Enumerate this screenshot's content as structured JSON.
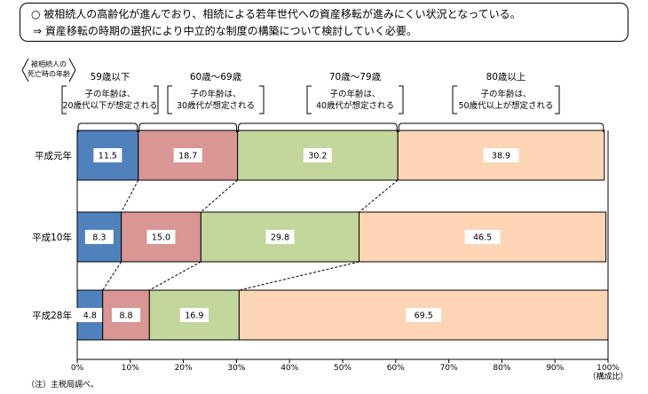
{
  "header": {
    "line1": "○ 被相続人の高齢化が進んでおり、相続による若年世代への資産移転が進みにくい状況となっている。",
    "line2": "⇒ 資産移転の時期の選択により中立的な制度の構築について検討していく必要。"
  },
  "chart_data": {
    "type": "bar",
    "orientation": "horizontal",
    "stacked": true,
    "categories": [
      "平成元年",
      "平成10年",
      "平成28年"
    ],
    "series": [
      {
        "name": "59歳以下",
        "sublabel": [
          "子の年齢は、",
          "20歳代以下が想定される"
        ],
        "values": [
          11.5,
          8.3,
          4.8
        ],
        "color": "#4f81bd"
      },
      {
        "name": "60歳～69歳",
        "sublabel": [
          "子の年齢は、",
          "30歳代が想定される"
        ],
        "values": [
          18.7,
          15.0,
          8.8
        ],
        "color": "#d99694"
      },
      {
        "name": "70歳～79歳",
        "sublabel": [
          "子の年齢は、",
          "40歳代が想定される"
        ],
        "values": [
          30.2,
          29.8,
          16.9
        ],
        "color": "#c3d69b"
      },
      {
        "name": "80歳以上",
        "sublabel": [
          "子の年齢は、",
          "50歳代以上が想定される"
        ],
        "values": [
          38.9,
          46.5,
          69.5
        ],
        "color": "#fcd5b5"
      }
    ],
    "xlim": [
      0,
      100
    ],
    "xticks": [
      "0%",
      "10%",
      "20%",
      "30%",
      "40%",
      "50%",
      "60%",
      "70%",
      "80%",
      "90%",
      "100%"
    ],
    "xunit": "（構成比）",
    "legend_title": [
      "被相続人の",
      "死亡時の年齢"
    ]
  },
  "note": "（注）主税局調べ。"
}
